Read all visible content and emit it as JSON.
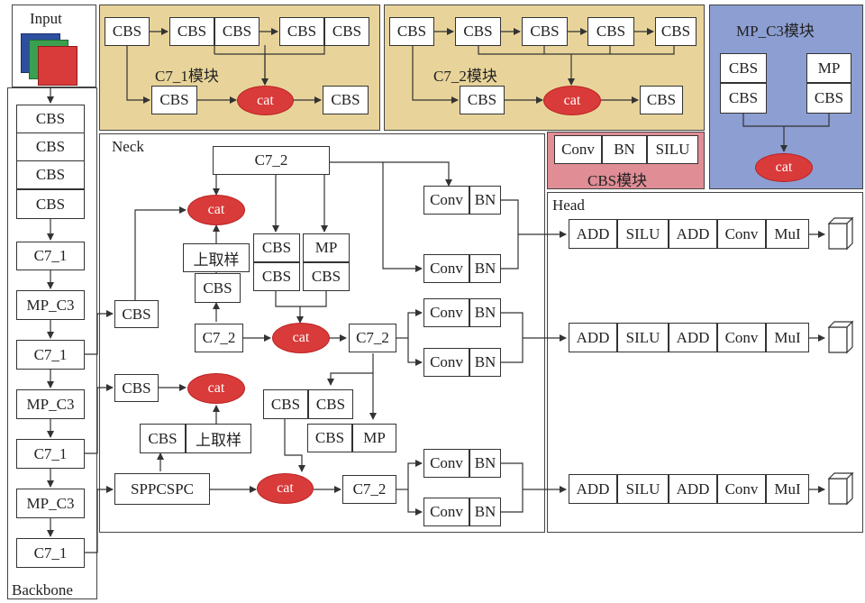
{
  "labels": {
    "input": "Input",
    "backbone": "Backbone",
    "neck": "Neck",
    "head": "Head",
    "c71_module": "C7_1模块",
    "c72_module": "C7_2模块",
    "mpc3_module": "MP_C3模块",
    "cbs_module": "CBS模块"
  },
  "blocks": {
    "cbs": "CBS",
    "c7_1": "C7_1",
    "c7_2": "C7_2",
    "mp_c3": "MP_C3",
    "mp": "MP",
    "cat": "cat",
    "upsample": "上取样",
    "sppcspc": "SPPCSPC",
    "conv": "Conv",
    "bn": "BN",
    "silu": "SILU",
    "add": "ADD",
    "mul": "MuI"
  },
  "colors": {
    "module_panel": "#e8d49a",
    "mpc3_panel": "#8c9ed2",
    "cbs_panel": "#e08d96",
    "cat": "#d93a3a",
    "input_image": [
      "#2d4fa0",
      "#3aa04f",
      "#d93a3a"
    ]
  }
}
